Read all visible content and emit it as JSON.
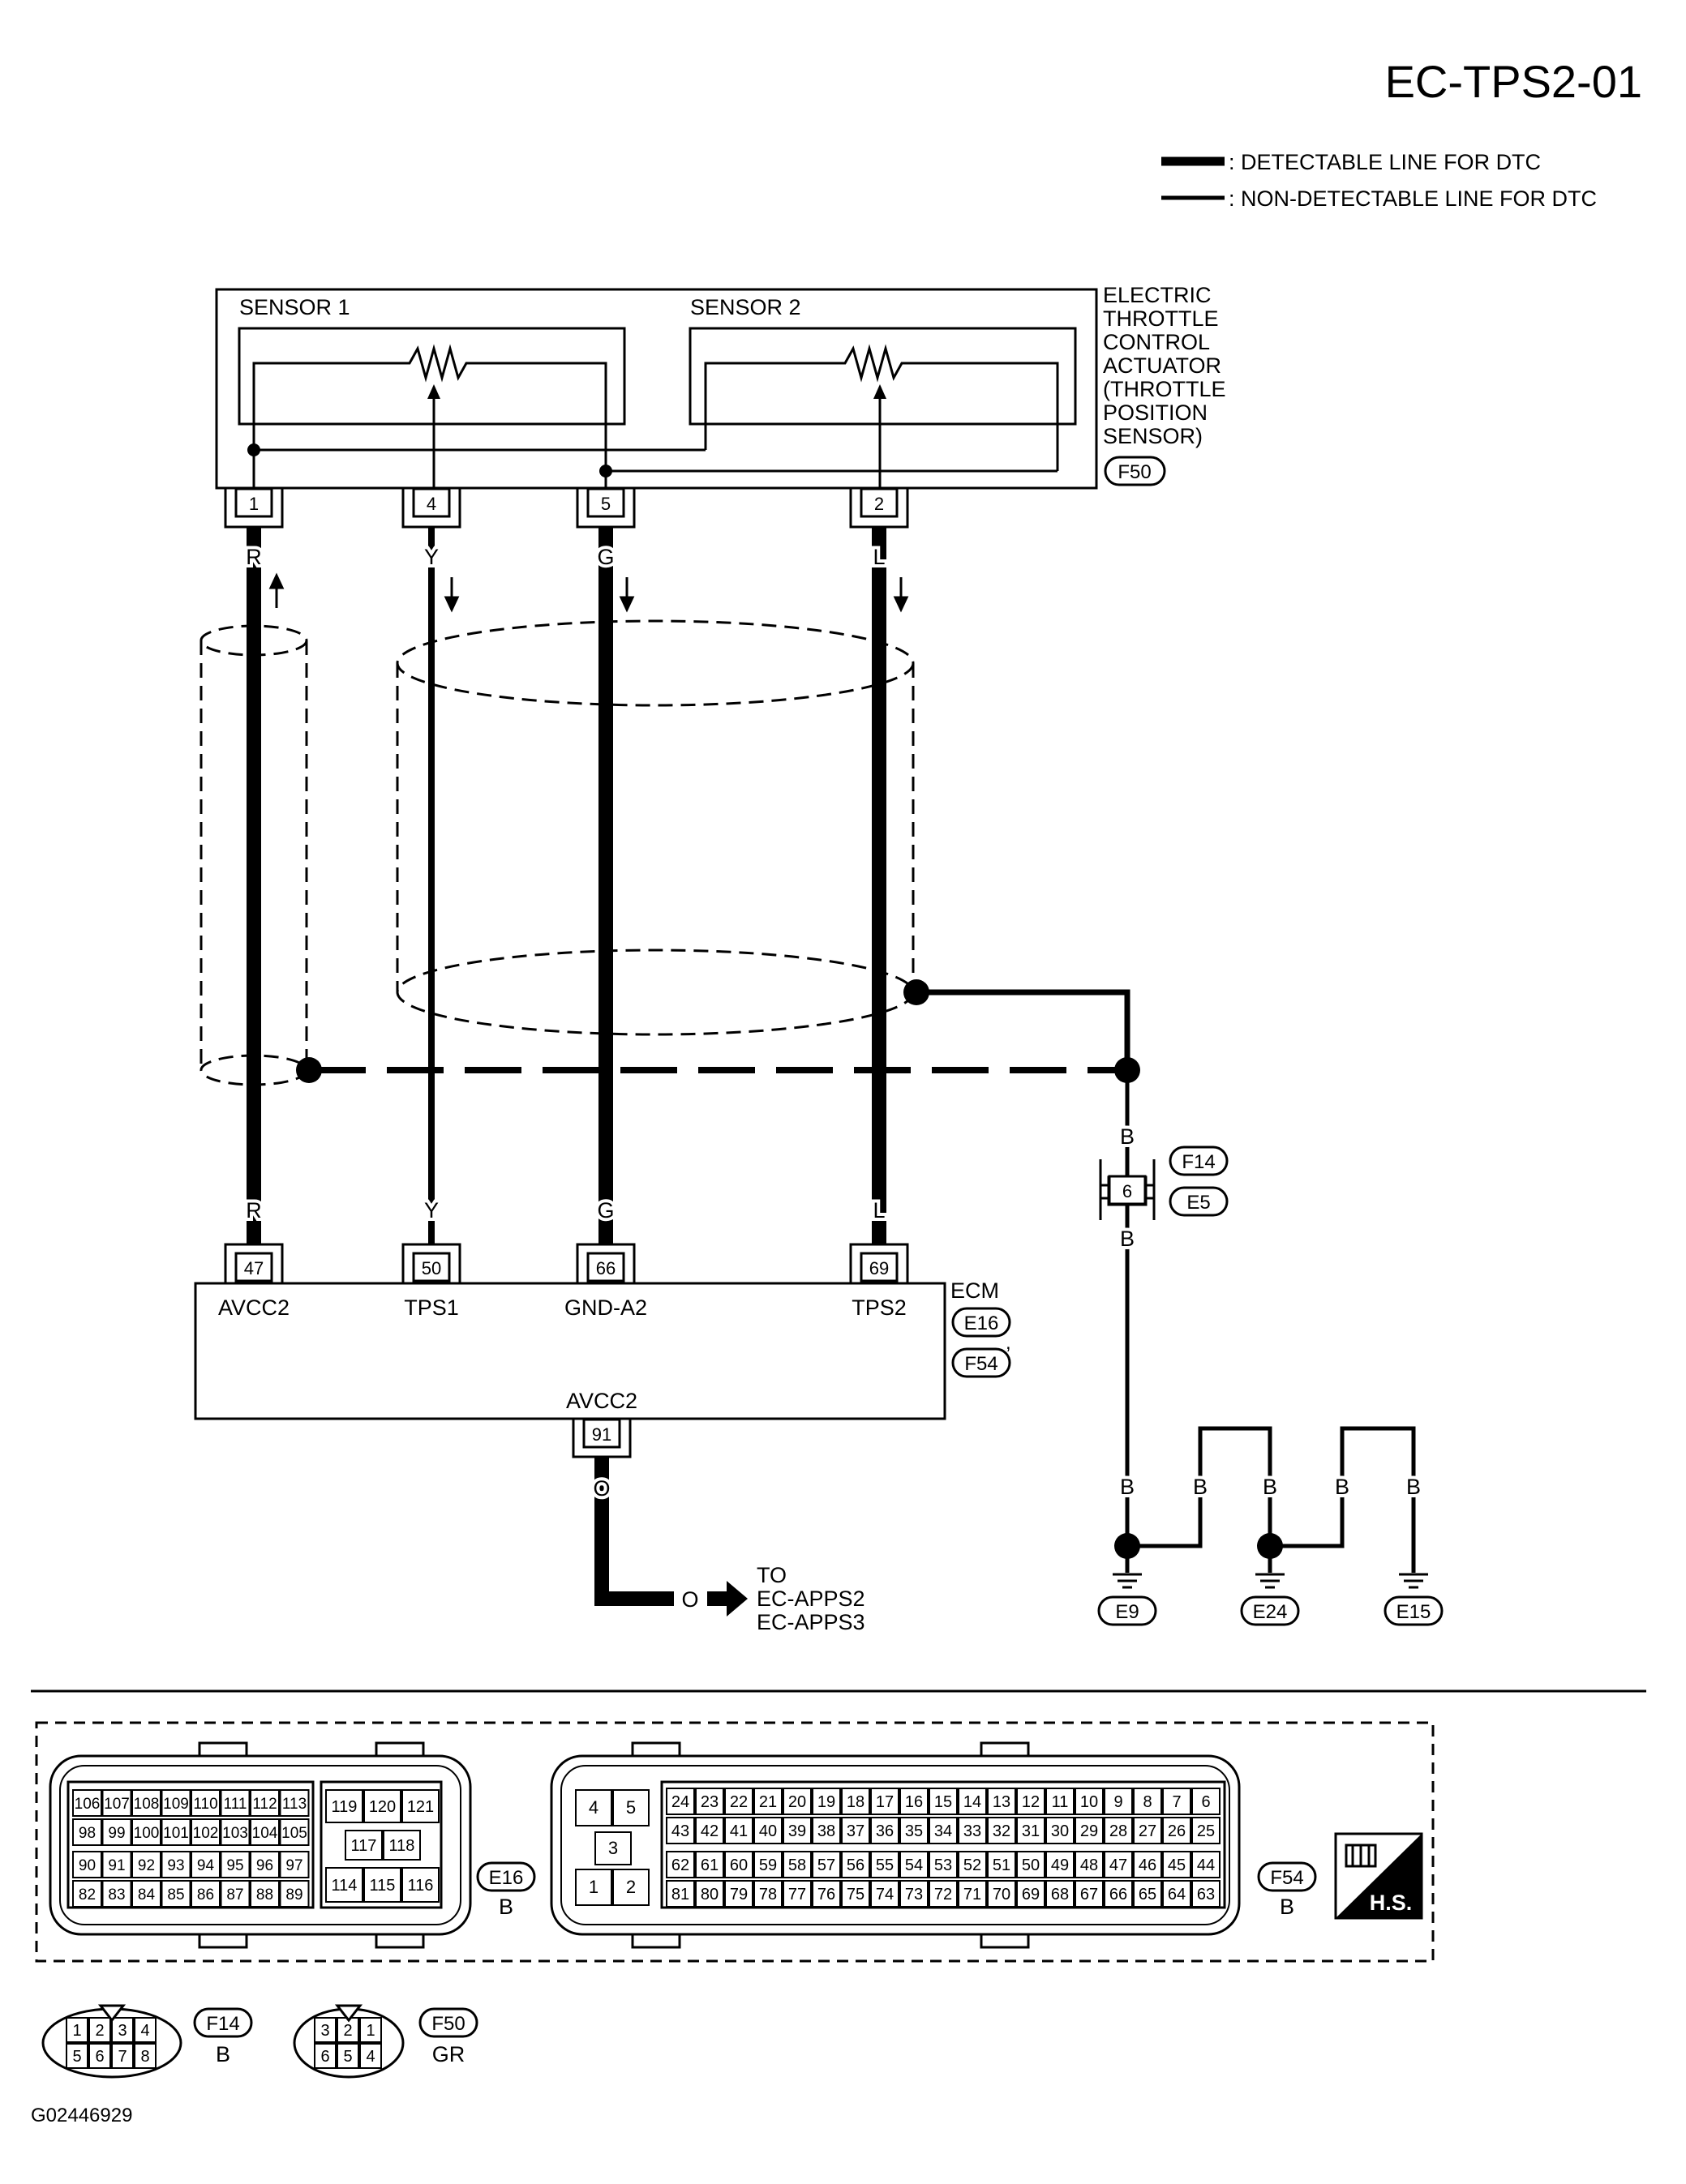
{
  "diagram_id": "EC-TPS2-01",
  "legend": {
    "detectable": ": DETECTABLE LINE FOR DTC",
    "non_detectable": ": NON-DETECTABLE LINE FOR DTC"
  },
  "actuator": {
    "sensor1": "SENSOR 1",
    "sensor2": "SENSOR 2",
    "name_lines": [
      "ELECTRIC",
      "THROTTLE",
      "CONTROL",
      "ACTUATOR",
      "(THROTTLE",
      "POSITION",
      "SENSOR)"
    ],
    "connector": "F50"
  },
  "actuator_pins": [
    {
      "pin": "1",
      "color_top": "R",
      "color_bottom": "R",
      "ecm_pin": "47",
      "ecm_signal": "AVCC2"
    },
    {
      "pin": "4",
      "color_top": "Y",
      "color_bottom": "Y",
      "ecm_pin": "50",
      "ecm_signal": "TPS1"
    },
    {
      "pin": "5",
      "color_top": "G",
      "color_bottom": "G",
      "ecm_pin": "66",
      "ecm_signal": "GND-A2"
    },
    {
      "pin": "2",
      "color_top": "L",
      "color_bottom": "L",
      "ecm_pin": "69",
      "ecm_signal": "TPS2"
    }
  ],
  "ecm": {
    "label": "ECM",
    "connectors": [
      "E16",
      "F54"
    ],
    "bottom_signal": "AVCC2",
    "bottom_pin": "91",
    "bottom_color": "O",
    "out_color": "O",
    "to_lines": [
      "TO",
      "EC-APPS2",
      "EC-APPS3"
    ]
  },
  "shield_ground": {
    "color_a": "B",
    "connector_pin": "6",
    "connectors": [
      "F14",
      "E5"
    ],
    "color_b": "B",
    "ground_colors": [
      "B",
      "B",
      "B",
      "B",
      "B"
    ],
    "grounds": [
      "E9",
      "E24",
      "E15"
    ]
  },
  "connector_views": {
    "e16": {
      "rows_left": [
        [
          "106",
          "107",
          "108",
          "109",
          "110",
          "111",
          "112",
          "113"
        ],
        [
          "98",
          "99",
          "100",
          "101",
          "102",
          "103",
          "104",
          "105"
        ],
        [
          "90",
          "91",
          "92",
          "93",
          "94",
          "95",
          "96",
          "97"
        ],
        [
          "82",
          "83",
          "84",
          "85",
          "86",
          "87",
          "88",
          "89"
        ]
      ],
      "top_right": [
        "119",
        "120",
        "121"
      ],
      "mid_right": [
        "117",
        "118"
      ],
      "bottom_right": [
        "114",
        "115",
        "116"
      ],
      "label": "E16",
      "color": "B"
    },
    "f54": {
      "left_top": [
        "4",
        "5"
      ],
      "left_mid": "3",
      "left_bottom": [
        "1",
        "2"
      ],
      "rows": [
        [
          "24",
          "23",
          "22",
          "21",
          "20",
          "19",
          "18",
          "17",
          "16",
          "15",
          "14",
          "13",
          "12",
          "11",
          "10",
          "9",
          "8",
          "7",
          "6"
        ],
        [
          "43",
          "42",
          "41",
          "40",
          "39",
          "38",
          "37",
          "36",
          "35",
          "34",
          "33",
          "32",
          "31",
          "30",
          "29",
          "28",
          "27",
          "26",
          "25"
        ],
        [
          "62",
          "61",
          "60",
          "59",
          "58",
          "57",
          "56",
          "55",
          "54",
          "53",
          "52",
          "51",
          "50",
          "49",
          "48",
          "47",
          "46",
          "45",
          "44"
        ],
        [
          "81",
          "80",
          "79",
          "78",
          "77",
          "76",
          "75",
          "74",
          "73",
          "72",
          "71",
          "70",
          "69",
          "68",
          "67",
          "66",
          "65",
          "64",
          "63"
        ]
      ],
      "label": "F54",
      "color": "B"
    },
    "hs_label": "H.S.",
    "f14": {
      "top": [
        "1",
        "2",
        "3",
        "4"
      ],
      "bottom": [
        "5",
        "6",
        "7",
        "8"
      ],
      "label": "F14",
      "color": "B"
    },
    "f50": {
      "top": [
        "3",
        "2",
        "1"
      ],
      "bottom": [
        "6",
        "5",
        "4"
      ],
      "label": "F50",
      "color": "GR"
    }
  },
  "image_id": "G02446929"
}
